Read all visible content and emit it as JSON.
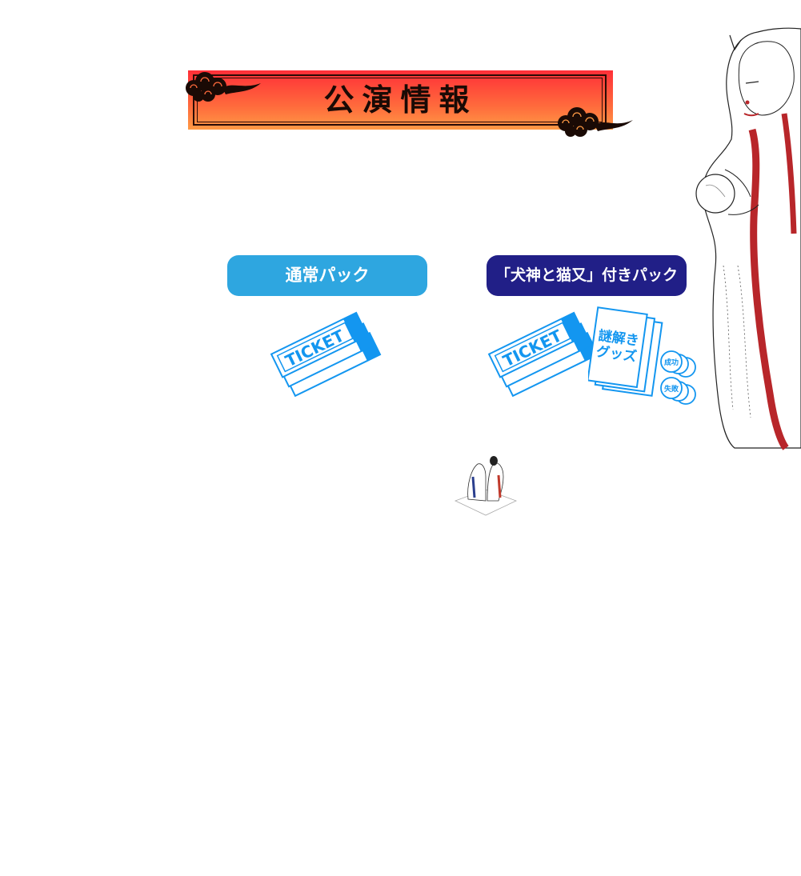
{
  "section": {
    "title": "公演情報"
  },
  "packs": [
    {
      "label": "通常パック",
      "color": "#2ea6e0"
    },
    {
      "label": "「犬神と猫又」付きパック",
      "color": "#211f87"
    }
  ],
  "ticket": {
    "text": "TICKET",
    "color": "#1396f0"
  },
  "goods": {
    "line1": "謎解き",
    "line2": "グッズ",
    "badge_success": "成功",
    "badge_fail": "失敗"
  },
  "colors": {
    "banner_top": "#ff2f38",
    "banner_bottom": "#ff9a45",
    "character_red": "#b8262a"
  }
}
